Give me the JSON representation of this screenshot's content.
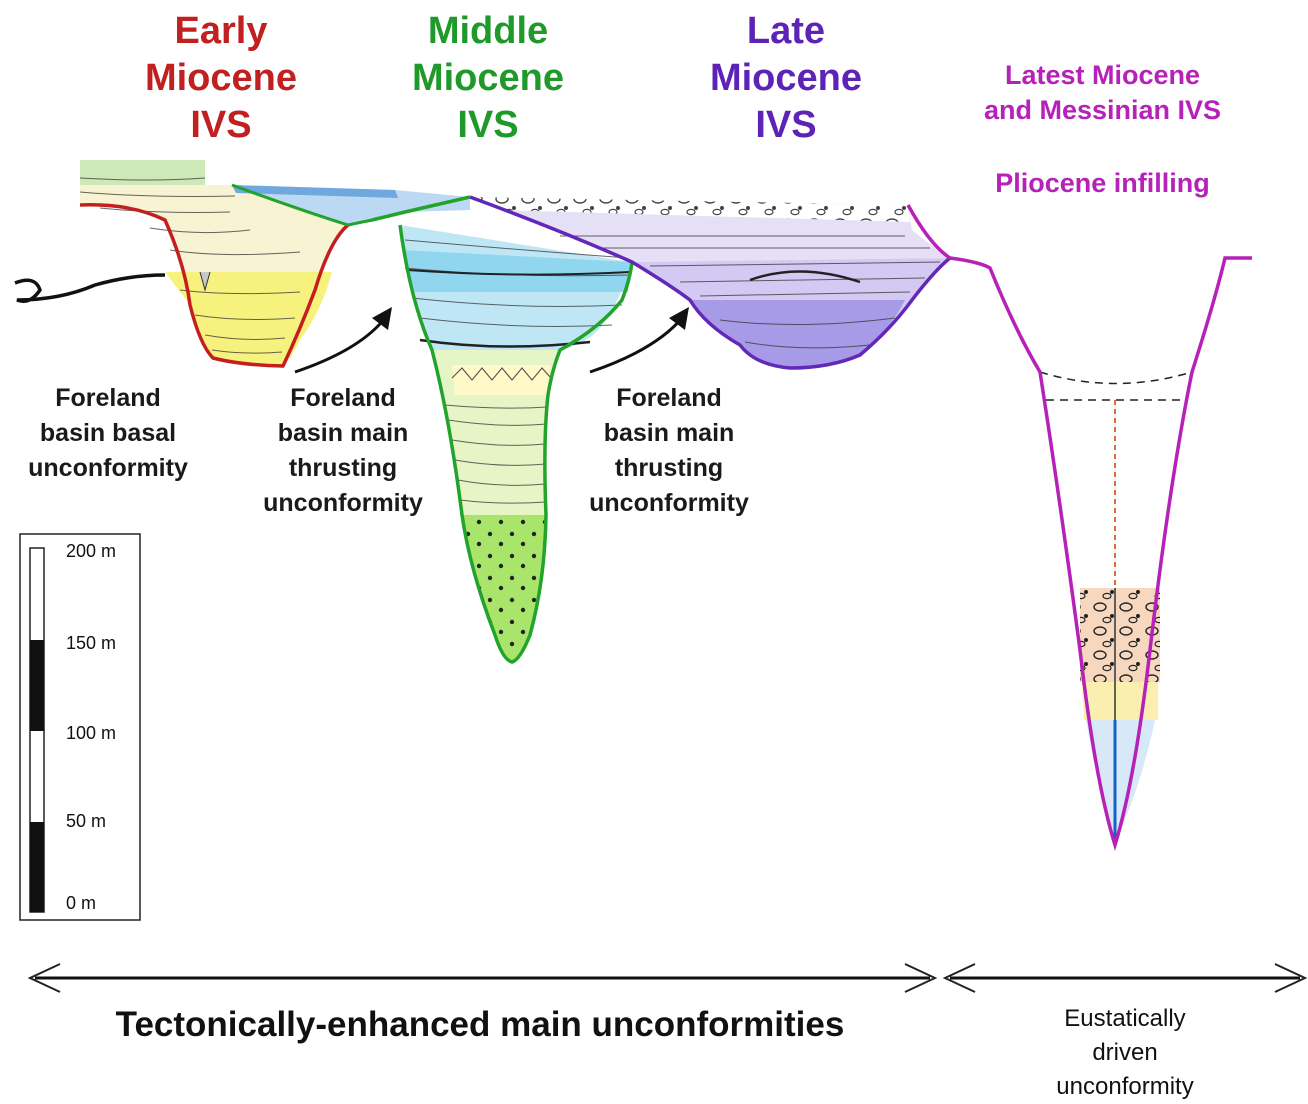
{
  "headings": {
    "early": {
      "lines": [
        "Early",
        "Miocene",
        "IVS"
      ],
      "color": "#c0201f"
    },
    "middle": {
      "lines": [
        "Middle",
        "Miocene",
        "IVS"
      ],
      "color": "#1f9a2a"
    },
    "late": {
      "lines": [
        "Late",
        "Miocene",
        "IVS"
      ],
      "color": "#5d22b6"
    },
    "messinian": {
      "lines": [
        "Latest Miocene",
        "and Messinian IVS"
      ],
      "color": "#b621b8"
    },
    "pliocene": {
      "text": "Pliocene infilling",
      "color": "#b621b8"
    }
  },
  "labels": {
    "basal": [
      "Foreland",
      "basin basal",
      "unconformity"
    ],
    "thrust1": [
      "Foreland",
      "basin main",
      "thrusting",
      "unconformity"
    ],
    "thrust2": [
      "Foreland",
      "basin main",
      "thrusting",
      "unconformity"
    ]
  },
  "scale": {
    "ticks": [
      "200 m",
      "150 m",
      "100 m",
      "50 m",
      "0 m"
    ]
  },
  "footer": {
    "tectonic": "Tectonically-enhanced main unconformities",
    "eustatic": [
      "Eustatically",
      "driven",
      "unconformity"
    ]
  }
}
